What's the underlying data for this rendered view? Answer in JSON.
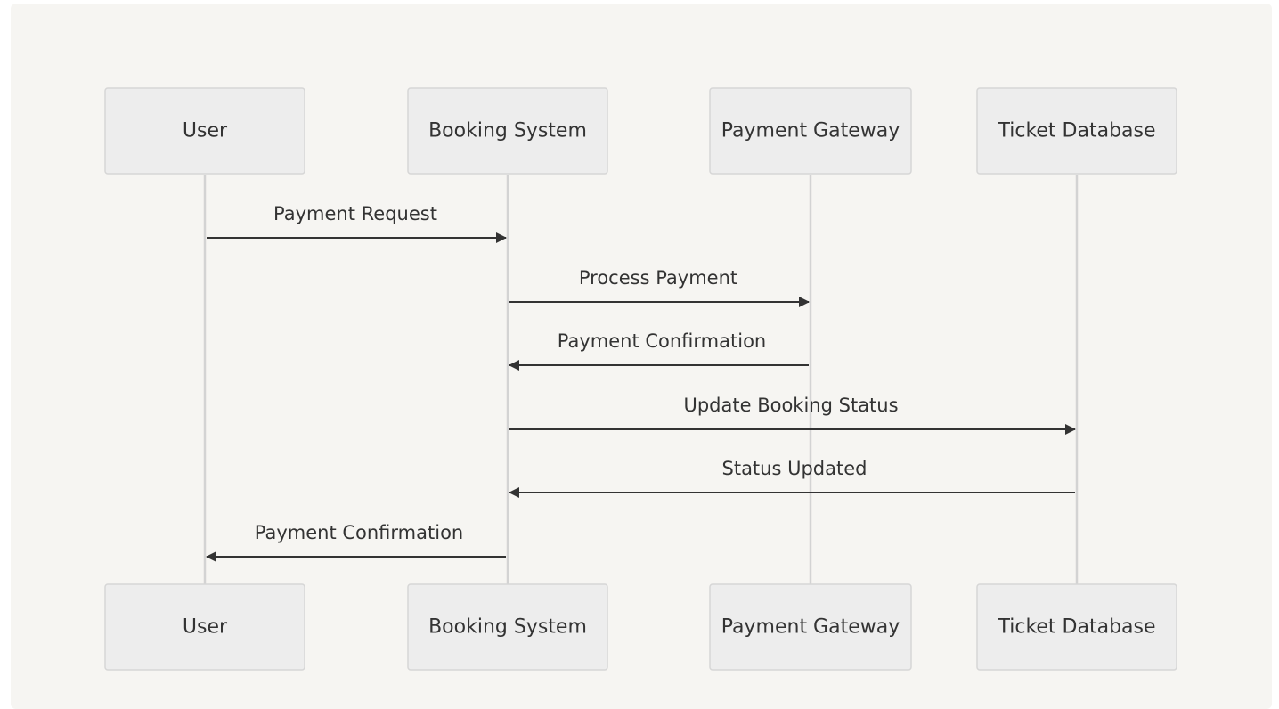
{
  "participants": [
    {
      "id": "user",
      "label": "User"
    },
    {
      "id": "booking",
      "label": "Booking System"
    },
    {
      "id": "gateway",
      "label": "Payment Gateway"
    },
    {
      "id": "ticketdb",
      "label": "Ticket Database"
    }
  ],
  "messages": [
    {
      "from": "user",
      "to": "booking",
      "label": "Payment Request"
    },
    {
      "from": "booking",
      "to": "gateway",
      "label": "Process Payment"
    },
    {
      "from": "gateway",
      "to": "booking",
      "label": "Payment Confirmation"
    },
    {
      "from": "booking",
      "to": "ticketdb",
      "label": "Update Booking Status"
    },
    {
      "from": "ticketdb",
      "to": "booking",
      "label": "Status Updated"
    },
    {
      "from": "booking",
      "to": "user",
      "label": "Payment Confirmation"
    }
  ],
  "colors": {
    "background": "#f6f5f2",
    "actor_fill": "#ededed",
    "actor_stroke": "#d6d6d6",
    "lifeline": "#d3d3d3",
    "message": "#333333"
  }
}
